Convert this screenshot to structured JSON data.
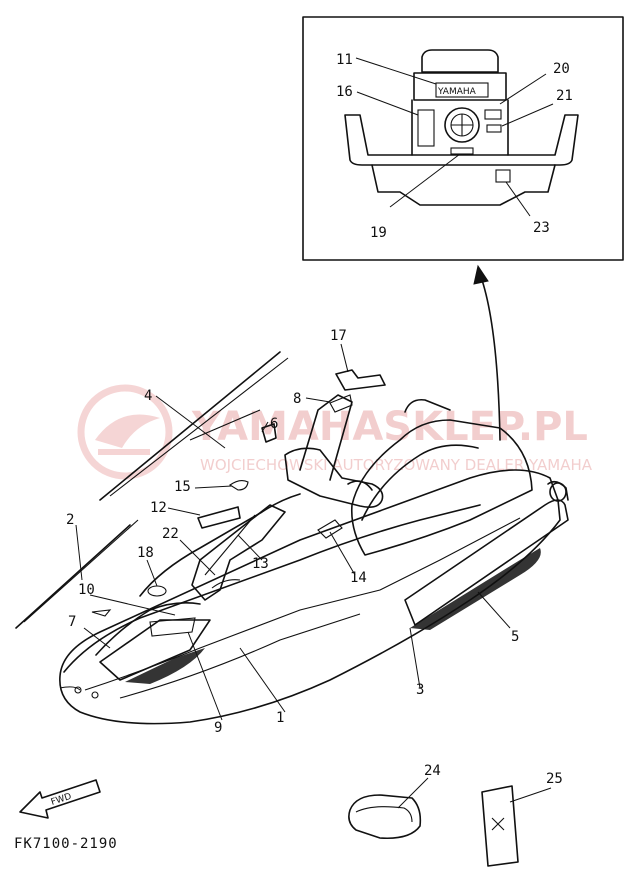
{
  "callouts": {
    "n1": "1",
    "n2": "2",
    "n3": "3",
    "n4": "4",
    "n5": "5",
    "n6": "6",
    "n7": "7",
    "n8": "8",
    "n9": "9",
    "n10": "10",
    "n11": "11",
    "n12": "12",
    "n13": "13",
    "n14": "14",
    "n15": "15",
    "n16": "16",
    "n17": "17",
    "n18": "18",
    "n19": "19",
    "n20": "20",
    "n21": "21",
    "n22": "22",
    "n23": "23",
    "n24": "24",
    "n25": "25"
  },
  "inset": {
    "brand_label": "YAMAHA"
  },
  "fwd_label": "FWD",
  "drawing_code": "FK7100-2190",
  "watermark": {
    "line1": "YAMAHASKLEP.PL",
    "line2": "WOJCIECHOWSKI AUTORYZOWANY DEALER YAMAHA"
  },
  "colors": {
    "ink": "#111111",
    "watermark": "#e9a7a7",
    "background": "#ffffff"
  }
}
